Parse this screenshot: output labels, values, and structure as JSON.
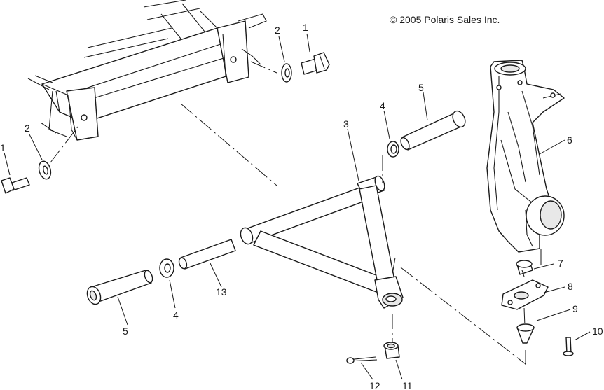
{
  "copyright": "© 2005 Polaris Sales Inc.",
  "callouts": {
    "c1_top": "1",
    "c2_top": "2",
    "c2_left": "2",
    "c1_left": "1",
    "c3": "3",
    "c4_top": "4",
    "c5_top": "5",
    "c6": "6",
    "c7": "7",
    "c8": "8",
    "c9": "9",
    "c10": "10",
    "c4_bottom": "4",
    "c5_bottom": "5",
    "c13": "13",
    "c11": "11",
    "c12": "12"
  }
}
